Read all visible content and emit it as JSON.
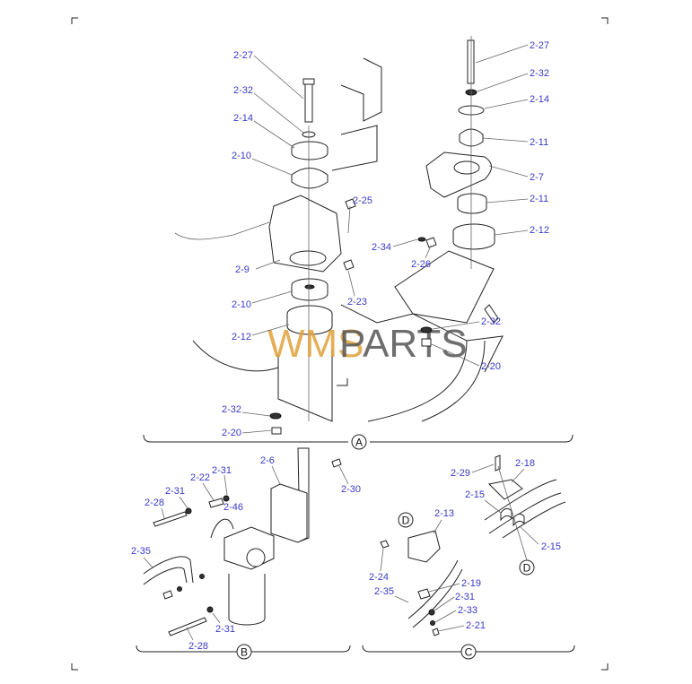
{
  "watermark": {
    "part1": "WMS",
    "part2": "PARTS"
  },
  "sections": {
    "a": "A",
    "b": "B",
    "c": "C",
    "d": "D"
  },
  "labels_a_left": [
    "2-27",
    "2-32",
    "2-14",
    "2-10",
    "2-25",
    "2-9",
    "2-23",
    "2-10",
    "2-12",
    "2-32",
    "2-20"
  ],
  "labels_a_right": [
    "2-27",
    "2-32",
    "2-14",
    "2-11",
    "2-7",
    "2-11",
    "2-12",
    "2-34",
    "2-26",
    "2-32",
    "2-20"
  ],
  "labels_b": [
    "2-6",
    "2-30",
    "2-22",
    "2-31",
    "2-31",
    "2-28",
    "2-46",
    "2-35",
    "2-31",
    "2-28"
  ],
  "labels_c": [
    "2-29",
    "2-18",
    "2-15",
    "2-15",
    "2-13",
    "2-24",
    "2-35",
    "2-19",
    "2-31",
    "2-33",
    "2-21"
  ]
}
